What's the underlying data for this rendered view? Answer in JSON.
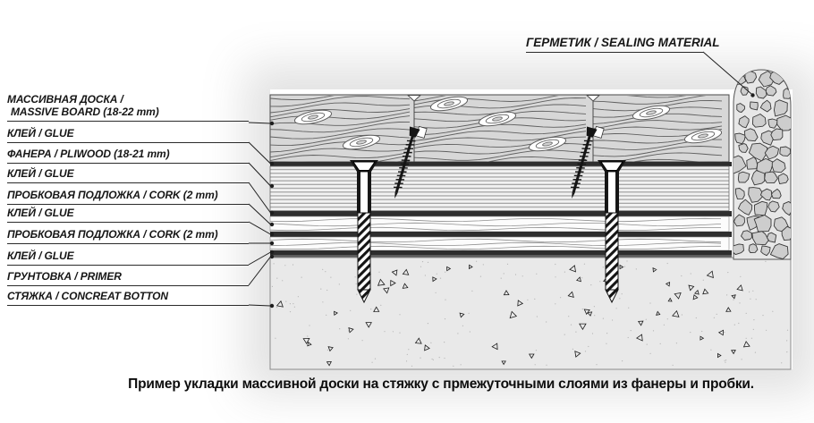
{
  "figure": {
    "sealant_label": "ГЕРМЕТИК / SEALING MATERIAL",
    "caption": "Пример укладки массивной доски на стяжку с прмежуточными слоями из фанеры и пробки.",
    "layer_labels": [
      {
        "line1": "МАССИВНАЯ ДОСКА /",
        "line2": "MASSIVE BOARD (18-22 mm)"
      },
      {
        "line1": "КЛЕЙ / GLUE"
      },
      {
        "line1": "ФАНЕРА / PLIWOOD (18-21 mm)"
      },
      {
        "line1": "КЛЕЙ / GLUE"
      },
      {
        "line1": "ПРОБКОВАЯ ПОДЛОЖКА / CORK (2 mm)"
      },
      {
        "line1": "КЛЕЙ / GLUE"
      },
      {
        "line1": "ПРОБКОВАЯ ПОДЛОЖКА / CORK (2 mm)"
      },
      {
        "line1": "КЛЕЙ / GLUE"
      },
      {
        "line1": "ГРУНТОВКА / PRIMER"
      },
      {
        "line1": "СТЯЖКА / CONCREAT BOTTON"
      }
    ],
    "colors": {
      "glue": "#2e2e2e",
      "primer": "#5c5c5c",
      "board_fill": "#d7d7d7",
      "grain_stroke": "#5f5f5f",
      "plywood_light": "#f2f2f2",
      "plywood_line": "#a6a6a6",
      "cork_fill": "#fcfcfc",
      "cork_line": "#909090",
      "concrete_fill": "#e9e9e9",
      "sealant_fill": "#e7e7e7",
      "pebble_fill": "#cdcdcd",
      "outline": "#4a4a4a",
      "leader": "#1e1e1e",
      "screw_dark": "#151515"
    }
  }
}
